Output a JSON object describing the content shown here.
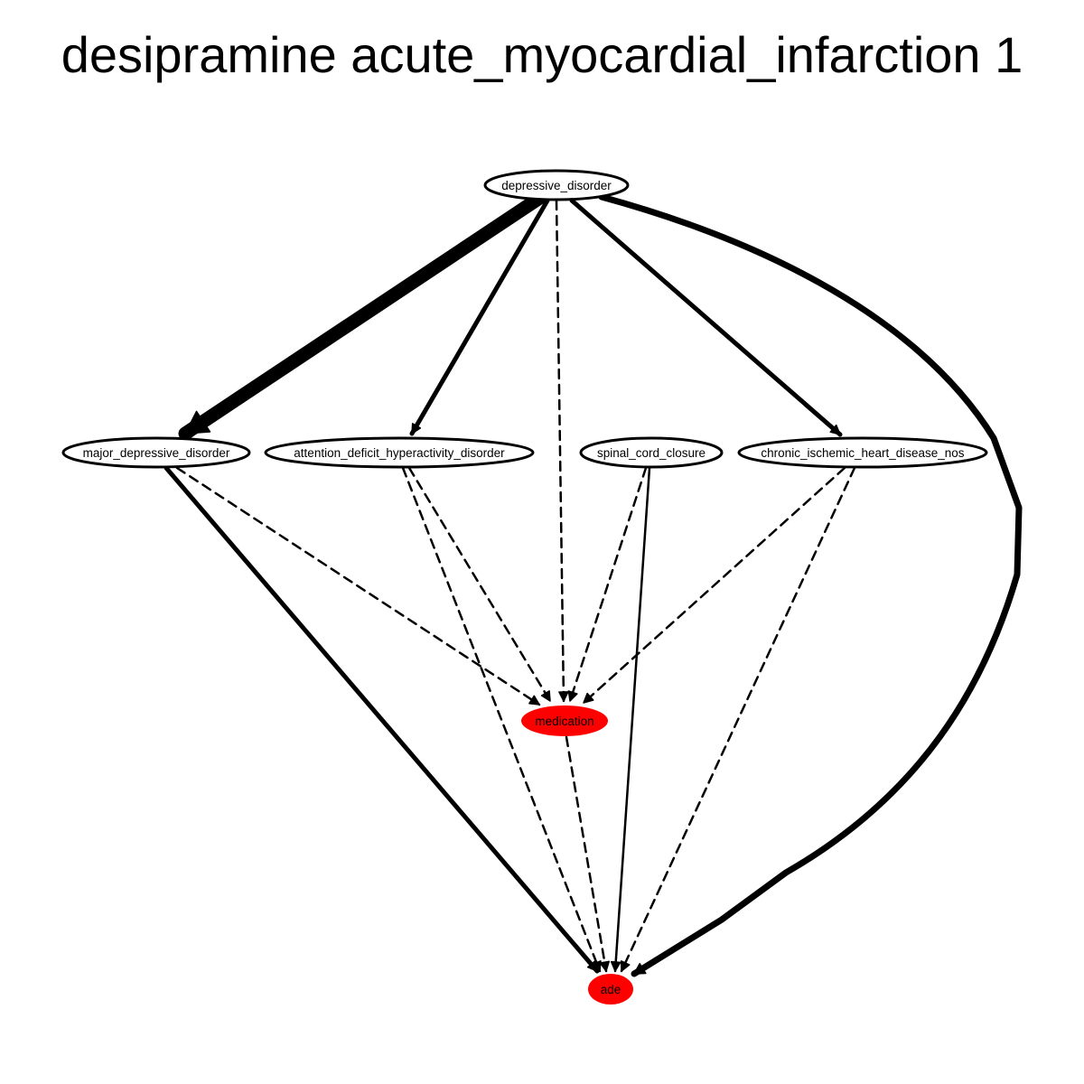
{
  "title": "desipramine acute_myocardial_infarction 1",
  "colors": {
    "outcome_fill": "#ff0000",
    "node_fill": "#ffffff",
    "stroke": "#000000"
  },
  "nodes": [
    {
      "id": "depressive_disorder",
      "label": "depressive_disorder",
      "style": "outline"
    },
    {
      "id": "major_depressive_disorder",
      "label": "major_depressive_disorder",
      "style": "outline"
    },
    {
      "id": "attention_deficit_hyperactivity_disorder",
      "label": "attention_deficit_hyperactivity_disorder",
      "style": "outline"
    },
    {
      "id": "spinal_cord_closure",
      "label": "spinal_cord_closure",
      "style": "outline"
    },
    {
      "id": "chronic_ischemic_heart_disease_nos",
      "label": "chronic_ischemic_heart_disease_nos",
      "style": "outline"
    },
    {
      "id": "medication",
      "label": "medication",
      "style": "filled"
    },
    {
      "id": "ade",
      "label": "ade",
      "style": "filled"
    }
  ],
  "edges": [
    {
      "from": "depressive_disorder",
      "to": "major_depressive_disorder",
      "line": "solid",
      "weight": "heavy"
    },
    {
      "from": "depressive_disorder",
      "to": "attention_deficit_hyperactivity_disorder",
      "line": "solid",
      "weight": "medium"
    },
    {
      "from": "depressive_disorder",
      "to": "chronic_ischemic_heart_disease_nos",
      "line": "solid",
      "weight": "medium"
    },
    {
      "from": "depressive_disorder",
      "to": "medication",
      "line": "dashed",
      "weight": "thin"
    },
    {
      "from": "depressive_disorder",
      "to": "ade",
      "line": "solid",
      "weight": "thick"
    },
    {
      "from": "major_depressive_disorder",
      "to": "medication",
      "line": "dashed",
      "weight": "thin"
    },
    {
      "from": "major_depressive_disorder",
      "to": "ade",
      "line": "solid",
      "weight": "medium"
    },
    {
      "from": "attention_deficit_hyperactivity_disorder",
      "to": "medication",
      "line": "dashed",
      "weight": "thin"
    },
    {
      "from": "attention_deficit_hyperactivity_disorder",
      "to": "ade",
      "line": "dashed",
      "weight": "thin"
    },
    {
      "from": "spinal_cord_closure",
      "to": "medication",
      "line": "dashed",
      "weight": "thin"
    },
    {
      "from": "spinal_cord_closure",
      "to": "ade",
      "line": "solid",
      "weight": "thin"
    },
    {
      "from": "chronic_ischemic_heart_disease_nos",
      "to": "medication",
      "line": "dashed",
      "weight": "thin"
    },
    {
      "from": "chronic_ischemic_heart_disease_nos",
      "to": "ade",
      "line": "dashed",
      "weight": "thin"
    },
    {
      "from": "medication",
      "to": "ade",
      "line": "dashed",
      "weight": "thin"
    }
  ]
}
